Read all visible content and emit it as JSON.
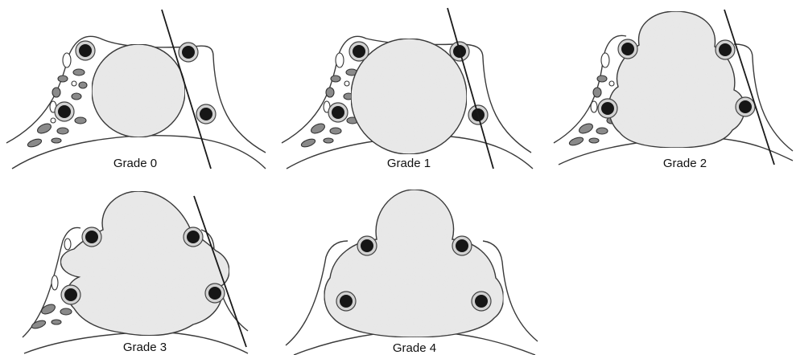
{
  "figure": {
    "panels": [
      {
        "id": "grade-0",
        "label": "Grade 0",
        "grade": 0
      },
      {
        "id": "grade-1",
        "label": "Grade 1",
        "grade": 1
      },
      {
        "id": "grade-2",
        "label": "Grade 2",
        "grade": 2
      },
      {
        "id": "grade-3",
        "label": "Grade 3",
        "grade": 3
      },
      {
        "id": "grade-4",
        "label": "Grade 4",
        "grade": 4
      }
    ],
    "colors": {
      "tumor_fill": "#e9e9e9",
      "vessel_core": "#161616",
      "outline": "#3a3a3a"
    }
  }
}
